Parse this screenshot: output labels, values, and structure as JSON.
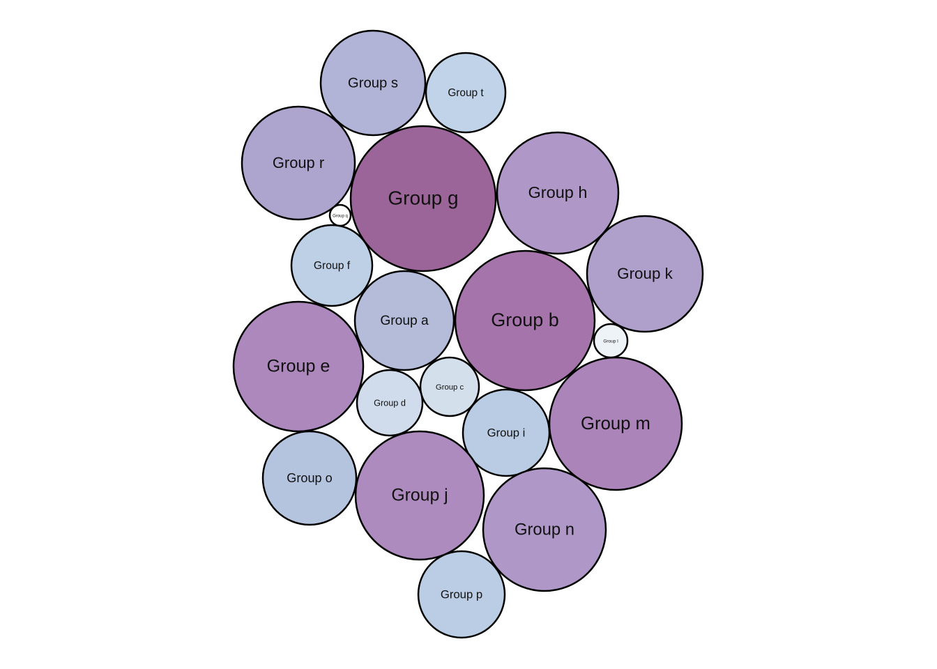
{
  "chart_data": {
    "type": "bubble",
    "title": "",
    "legend": "none",
    "items": [
      {
        "name": "Group a",
        "value": 30,
        "color": "#b4bcda"
      },
      {
        "name": "Group b",
        "value": 58,
        "color": "#a574aa"
      },
      {
        "name": "Group c",
        "value": 10,
        "color": "#d4dfec"
      },
      {
        "name": "Group d",
        "value": 13,
        "color": "#d0dceb"
      },
      {
        "name": "Group e",
        "value": 50,
        "color": "#ad88bd"
      },
      {
        "name": "Group f",
        "value": 20,
        "color": "#bed0e5"
      },
      {
        "name": "Group g",
        "value": 63,
        "color": "#9b6599"
      },
      {
        "name": "Group h",
        "value": 44,
        "color": "#af98c7"
      },
      {
        "name": "Group i",
        "value": 21,
        "color": "#bacce3"
      },
      {
        "name": "Group j",
        "value": 48,
        "color": "#ad8bbe"
      },
      {
        "name": "Group k",
        "value": 39,
        "color": "#af9fcb"
      },
      {
        "name": "Group l",
        "value": 3,
        "color": "#eef3f8"
      },
      {
        "name": "Group m",
        "value": 51,
        "color": "#ab84ba"
      },
      {
        "name": "Group n",
        "value": 44,
        "color": "#af98c7"
      },
      {
        "name": "Group o",
        "value": 25,
        "color": "#b5c4de"
      },
      {
        "name": "Group p",
        "value": 22,
        "color": "#bbcde4"
      },
      {
        "name": "Group q",
        "value": 1,
        "color": "#ffffff"
      },
      {
        "name": "Group r",
        "value": 38,
        "color": "#aea5cf"
      },
      {
        "name": "Group s",
        "value": 33,
        "color": "#b2b4d7"
      },
      {
        "name": "Group t",
        "value": 19,
        "color": "#c0d3e8"
      }
    ]
  }
}
